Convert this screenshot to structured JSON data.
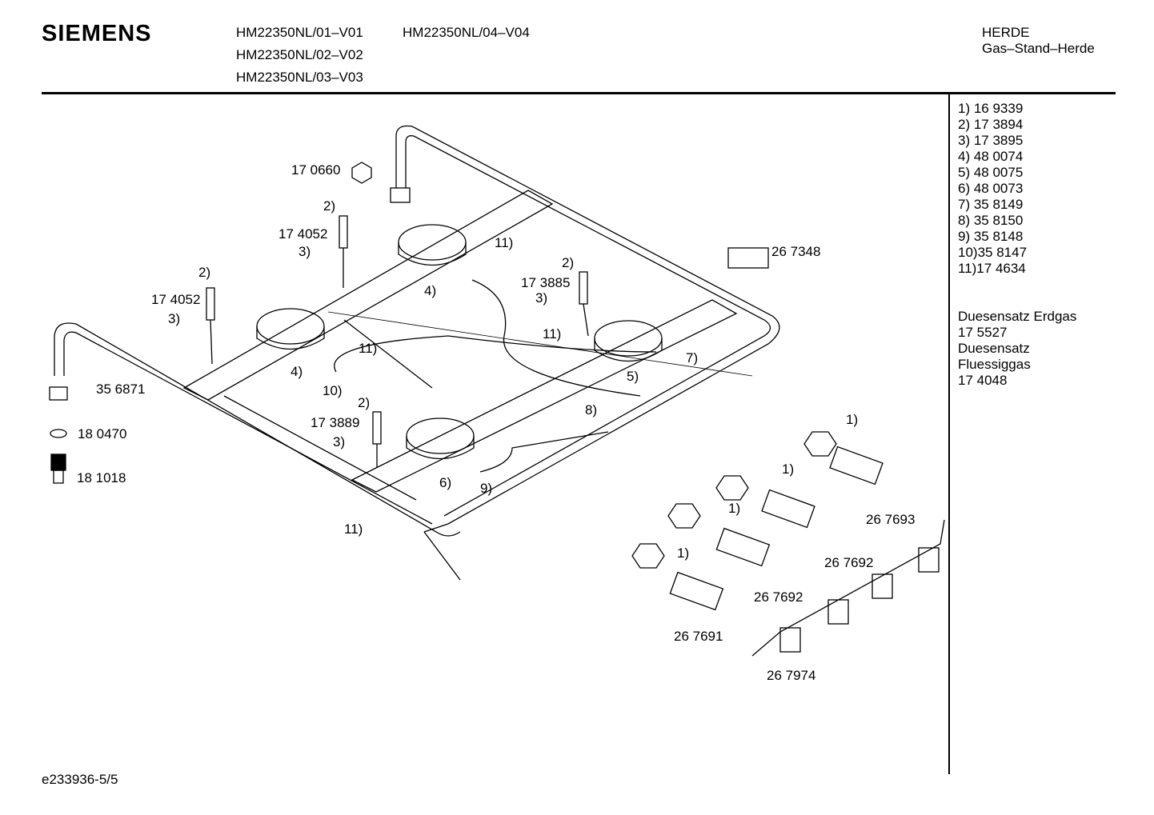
{
  "header": {
    "brand": "SIEMENS",
    "models": [
      "HM22350NL/01–V01",
      "HM22350NL/02–V02",
      "HM22350NL/03–V03",
      "HM22350NL/04–V04"
    ],
    "category": "HERDE",
    "subcategory": "Gas–Stand–Herde"
  },
  "parts_list": [
    "1) 16 9339",
    "2) 17 3894",
    "3) 17 3895",
    "4) 48 0074",
    "5) 48 0075",
    "6) 48 0073",
    "7) 35 8149",
    "8) 35 8150",
    "9) 35 8148",
    "10)35 8147",
    "11)17 4634"
  ],
  "nozzle_sets": [
    "Duesensatz Erdgas",
    "17 5527",
    "Duesensatz",
    "Fluessiggas",
    "17 4048"
  ],
  "diagram": {
    "labels": [
      "17 0660",
      "2)",
      "17 4052",
      "3)",
      "11)",
      "2)",
      "17 4052",
      "3)",
      "4)",
      "2)",
      "17 3885",
      "3)",
      "11)",
      "11)",
      "7)",
      "4)",
      "5)",
      "10)",
      "35 6871",
      "2)",
      "8)",
      "17 3889",
      "3)",
      "18 0470",
      "18 1018",
      "6)",
      "9)",
      "11)",
      "26 7348",
      "1)",
      "1)",
      "1)",
      "1)",
      "26 7693",
      "26 7692",
      "26 7692",
      "26 7691",
      "26 7974"
    ]
  },
  "footer": {
    "doc_id": "e233936-5/5"
  }
}
